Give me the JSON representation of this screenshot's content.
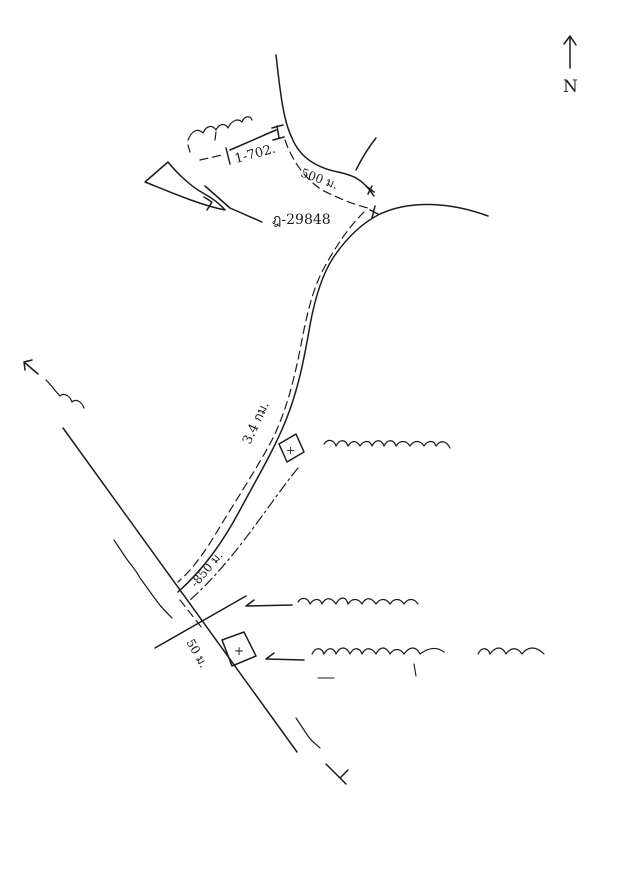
{
  "north_label": "N",
  "distance_top": "1-702.",
  "distance_curve": "500 ม.",
  "road_code": "ฎ-29848",
  "distance_middle": "3.4 กม.",
  "distance_lower": "-850 ม.",
  "distance_junction": "50 ม.",
  "marker_symbol": "+"
}
